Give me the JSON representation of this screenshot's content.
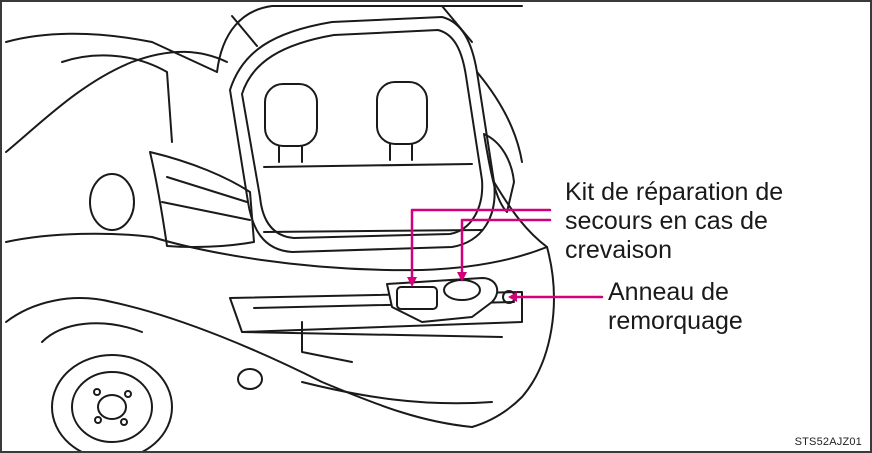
{
  "callouts": {
    "repair_kit": {
      "line1": "Kit de réparation de",
      "line2": "secours en cas de",
      "line3": "crevaison"
    },
    "towing_eyelet": {
      "line1": "Anneau de",
      "line2": "remorquage"
    }
  },
  "figure_code": "STS52AJZ01",
  "colors": {
    "leader_line": "#d4007a",
    "outline": "#1a1a1a",
    "frame": "#3a3a3a"
  },
  "icons": {
    "car": "car-rear-illustration"
  }
}
